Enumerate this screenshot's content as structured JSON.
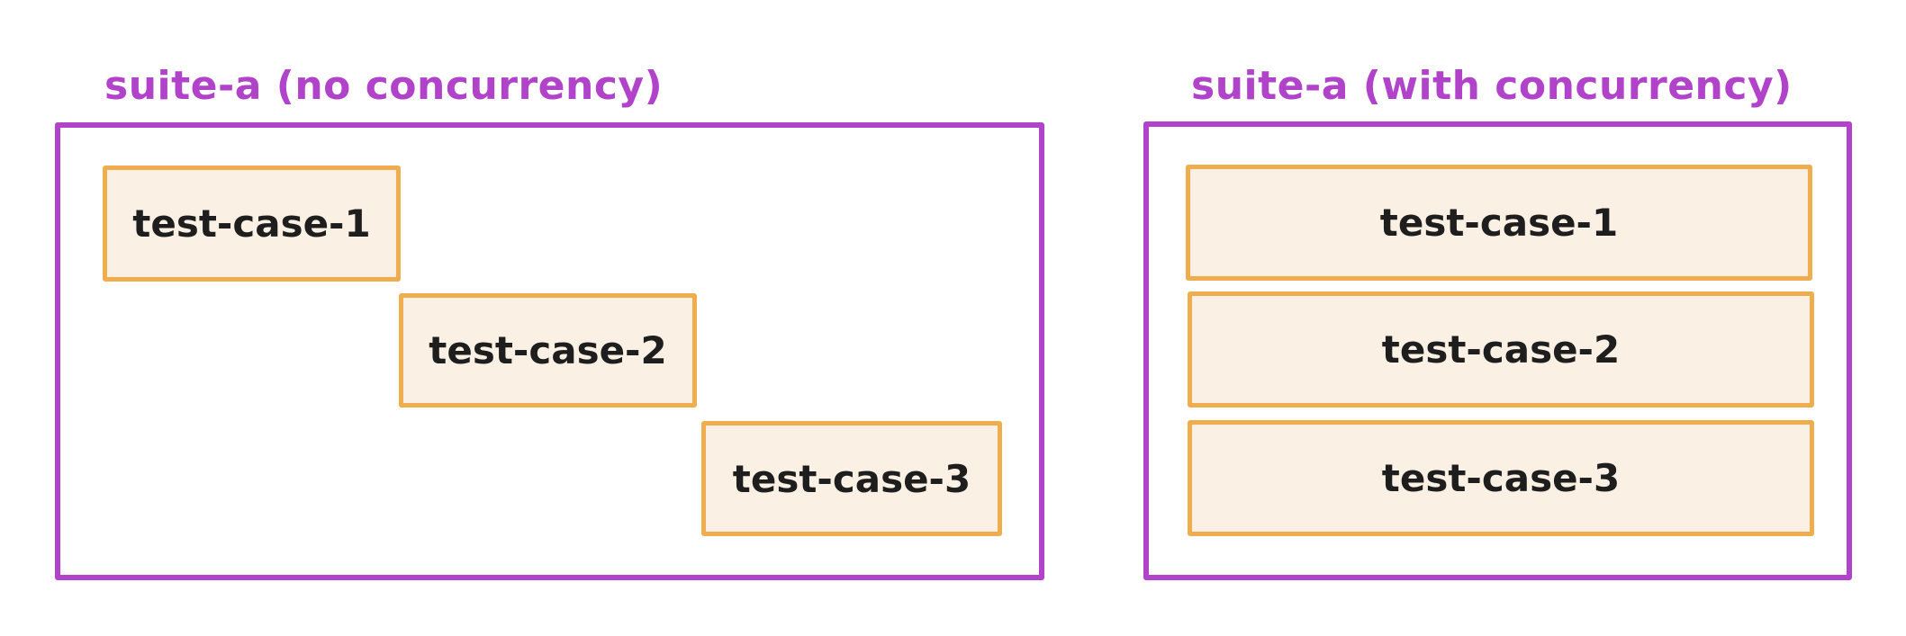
{
  "colors": {
    "suite_border": "#b043c9",
    "suite_title": "#b043c9",
    "case_border": "#f0ad4e",
    "case_fill": "#faf0e4",
    "case_text": "#1e1e1e"
  },
  "left_suite": {
    "title": "suite-a (no concurrency)",
    "cases": [
      {
        "label": "test-case-1"
      },
      {
        "label": "test-case-2"
      },
      {
        "label": "test-case-3"
      }
    ]
  },
  "right_suite": {
    "title": "suite-a (with concurrency)",
    "cases": [
      {
        "label": "test-case-1"
      },
      {
        "label": "test-case-2"
      },
      {
        "label": "test-case-3"
      }
    ]
  }
}
